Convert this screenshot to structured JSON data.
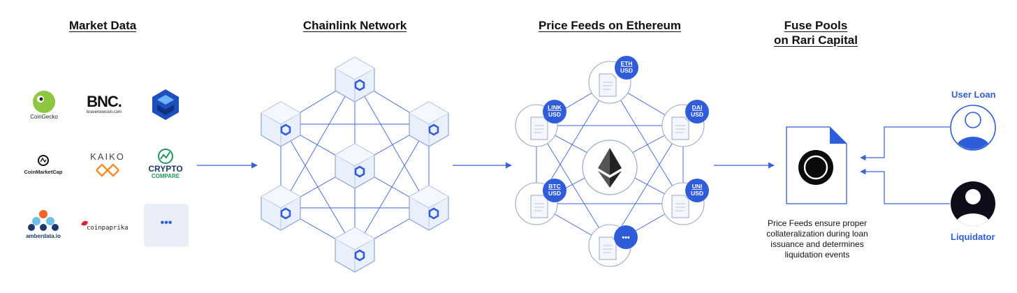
{
  "headings": {
    "market_data": "Market Data",
    "chainlink_network": "Chainlink Network",
    "price_feeds": "Price Feeds on Ethereum",
    "fuse_pools_line1": "Fuse Pools",
    "fuse_pools_line2": "on Rari Capital"
  },
  "logos": {
    "coingecko": "CoinGecko",
    "bnc_brand": "BNC.",
    "bnc_sub": "bravenewcoin.com",
    "coinmarketcap": "CoinMarketCap",
    "kaiko": "KAIKO",
    "crypto": "CRYPTO",
    "compare": "COMPARE",
    "amberdata": "amberdata.io",
    "coinpaprika": "coinpaprika",
    "more": "•••"
  },
  "feeds": {
    "eth": [
      "ETH",
      "USD"
    ],
    "link": [
      "LINK",
      "USD"
    ],
    "dai": [
      "DAI",
      "USD"
    ],
    "btc": [
      "BTC",
      "USD"
    ],
    "uni": [
      "UNI",
      "USD"
    ],
    "more": "•••"
  },
  "caption": "Price Feeds ensure proper collateralization during loan issuance and determines liquidation events",
  "roles": {
    "user_loan": "User Loan",
    "liquidator": "Liquidator"
  },
  "colors": {
    "accent_blue": "#2f5cd9",
    "line_blue": "#3a63d6",
    "cube_face": "#e9eef9",
    "cube_stroke": "#8ea5d6",
    "coingecko_green": "#8dc63f",
    "kaiko_orange": "#f28c28",
    "crypto_green": "#1d9a5b"
  }
}
